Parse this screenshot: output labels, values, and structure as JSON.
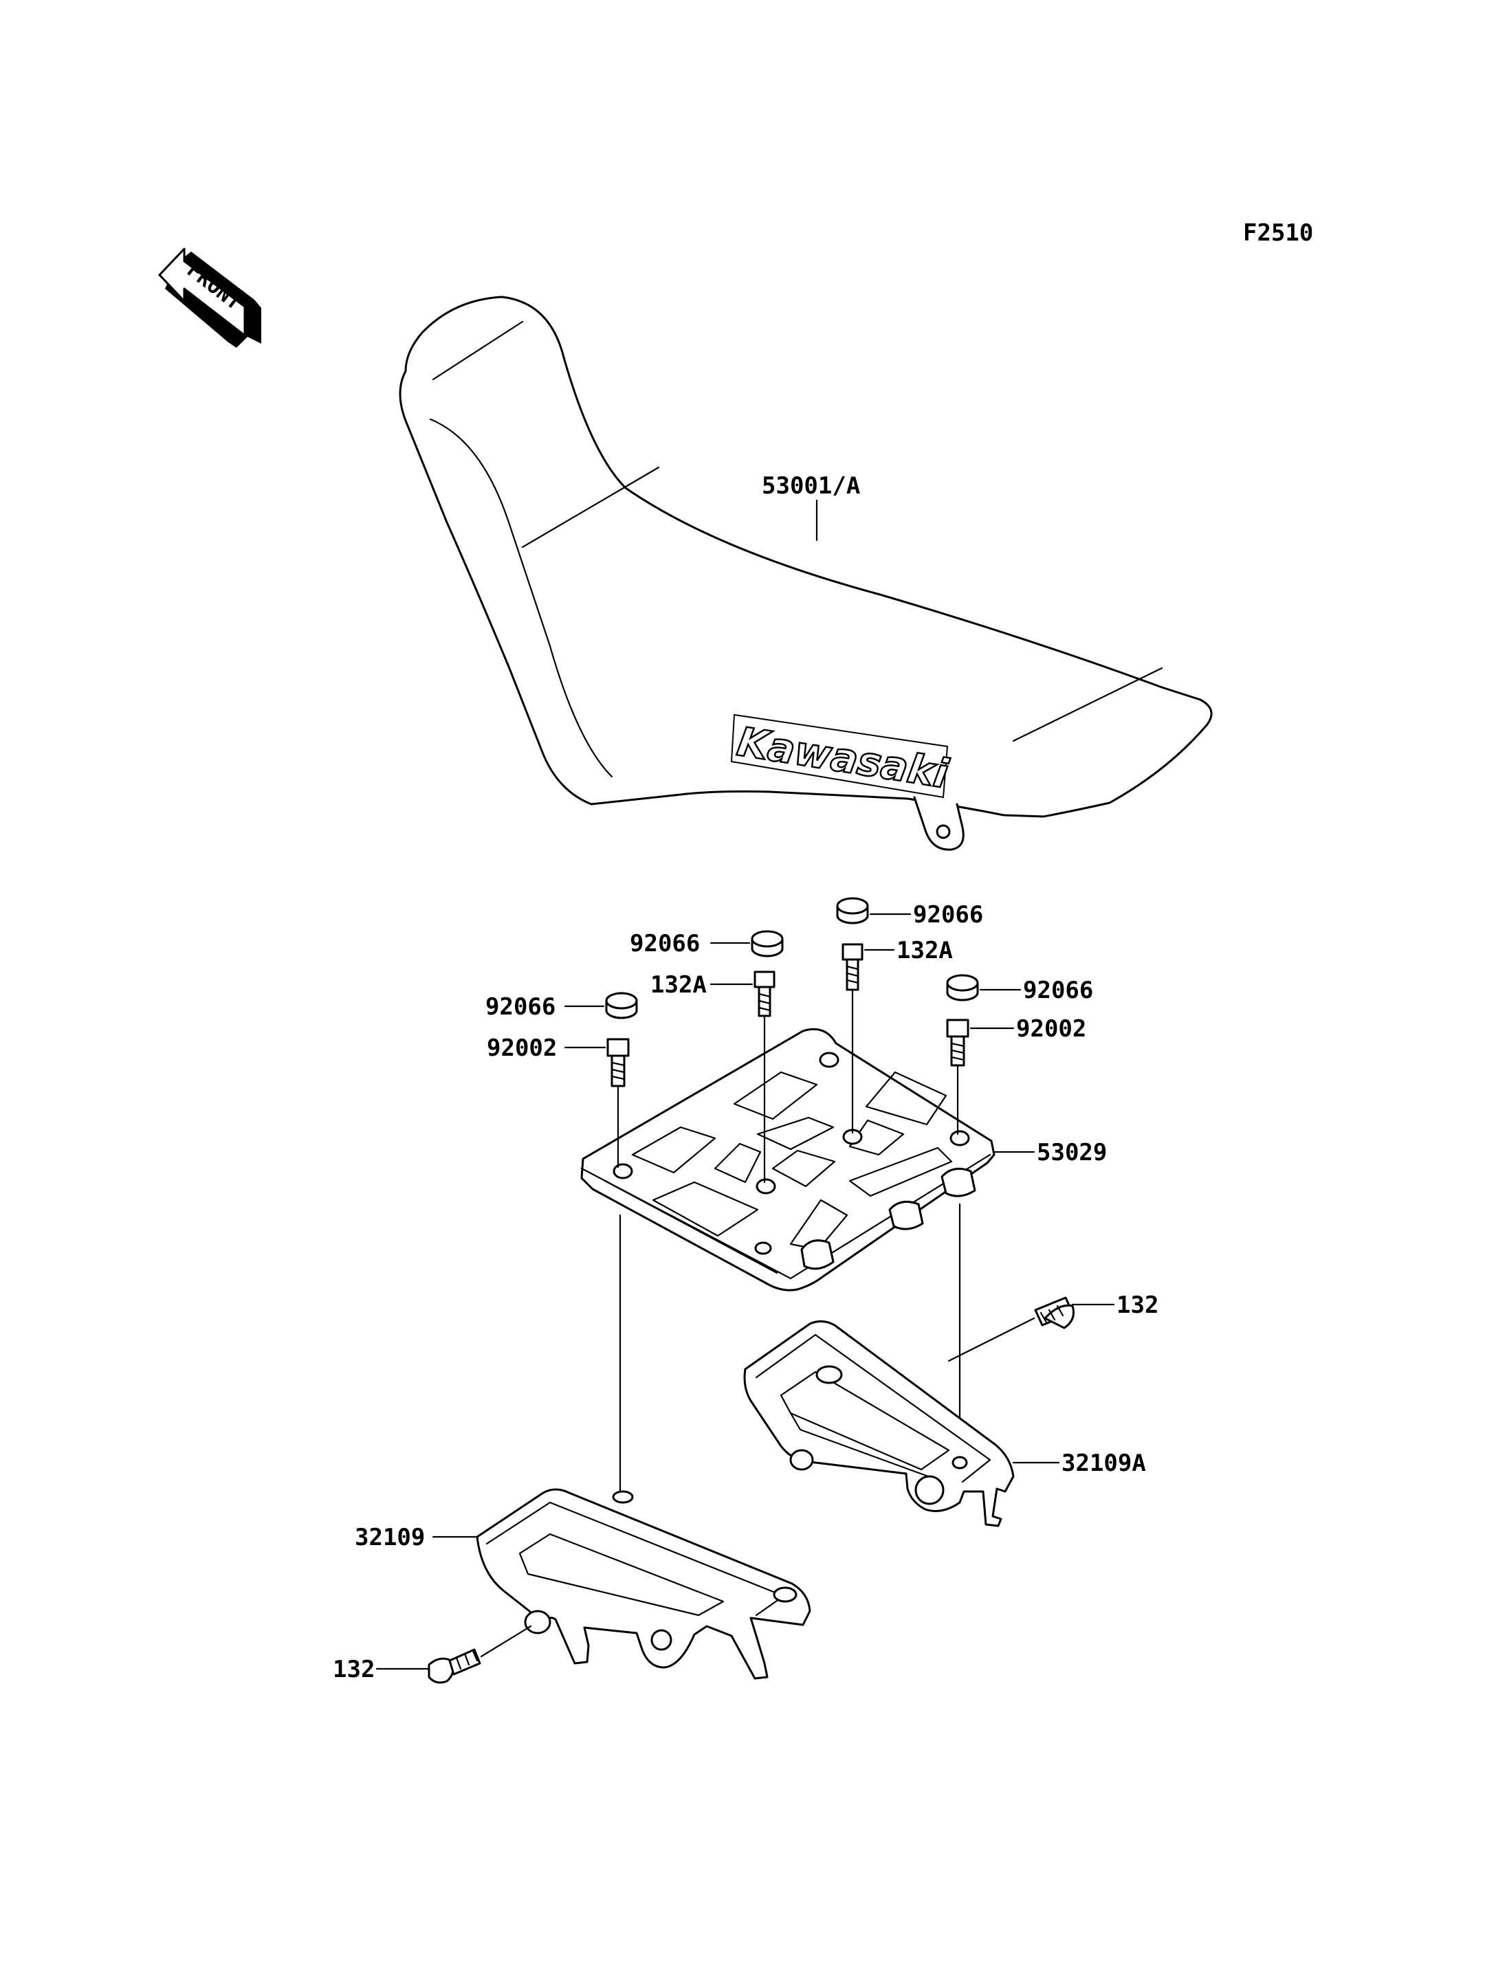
{
  "figure_code": "F2510",
  "front_arrow": {
    "text": "FRONT"
  },
  "seat_logo": {
    "text": "Kawasaki"
  },
  "callouts": {
    "seat": "53001/A",
    "plug_1": "92066",
    "plug_2": "92066",
    "plug_3": "92066",
    "plug_4": "92066",
    "bolt_132a_1": "132A",
    "bolt_132a_2": "132A",
    "bolt_92002_1": "92002",
    "bolt_92002_2": "92002",
    "seat_base": "53029",
    "bolt_132_right": "132",
    "bracket_right": "32109A",
    "bracket_left": "32109",
    "bolt_132_left": "132"
  }
}
